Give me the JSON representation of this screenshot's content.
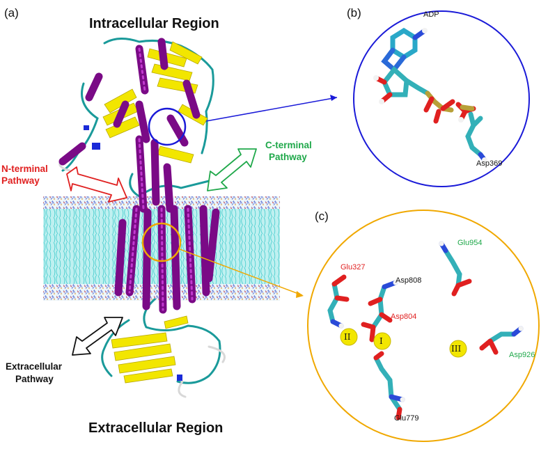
{
  "figure": {
    "panel_a_label": "(a)",
    "panel_b_label": "(b)",
    "panel_c_label": "(c)",
    "intracellular_title": "Intracellular Region",
    "extracellular_title": "Extracellular Region",
    "n_terminal_line1": "N-terminal",
    "n_terminal_line2": "Pathway",
    "c_terminal_line1": "C-terminal",
    "c_terminal_line2": "Pathway",
    "extracellular_path_line1": "Extracellular",
    "extracellular_path_line2": "Pathway"
  },
  "panel_b": {
    "residues": [
      "ADP",
      "Asp369"
    ]
  },
  "panel_c": {
    "residues": [
      {
        "label": "Glu327",
        "color": "#e02020"
      },
      {
        "label": "Asp808",
        "color": "#111111"
      },
      {
        "label": "Asp804",
        "color": "#e02020"
      },
      {
        "label": "Glu954",
        "color": "#1fa84a"
      },
      {
        "label": "Asp926",
        "color": "#1fa84a"
      },
      {
        "label": "Glu779",
        "color": "#111111"
      }
    ],
    "ions": [
      "II",
      "I",
      "III"
    ]
  },
  "colors": {
    "helix": "#7a0a86",
    "sheet": "#f2e600",
    "coil": "#1a9a9a",
    "lipid_tail": "#5ad8d8",
    "circle_b": "#1a1ad8",
    "circle_c": "#f0a800",
    "n_arrow": "#e02020",
    "c_arrow": "#1fa84a",
    "extra_arrow": "#111111"
  }
}
